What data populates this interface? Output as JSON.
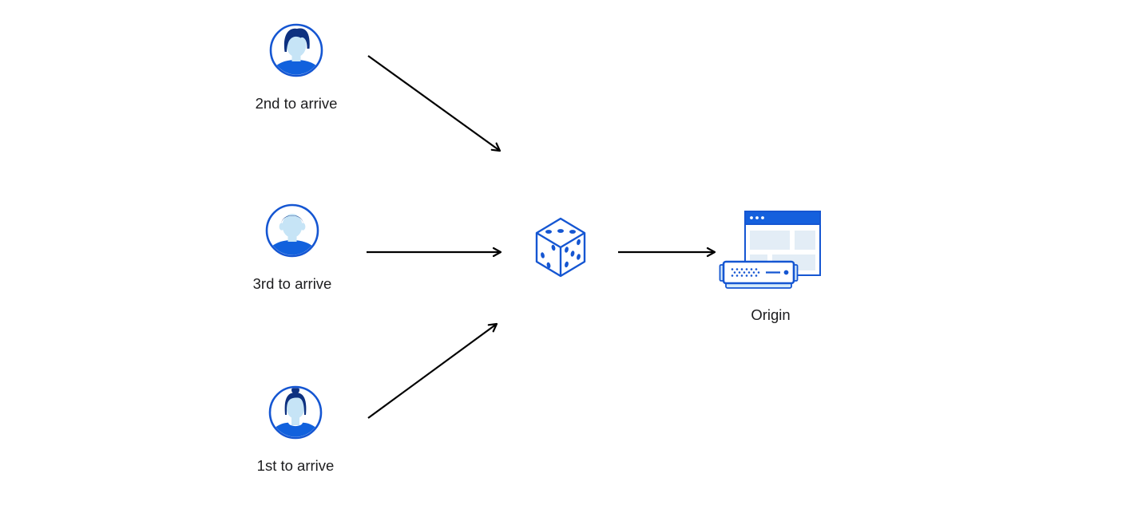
{
  "diagram": {
    "description": "Random traffic steering diagram: three visitors routed via random selection (dice) to an origin server",
    "nodes": {
      "visitor_second": {
        "label": "2nd to arrive",
        "icon": "avatar-man-swept-hair-icon"
      },
      "visitor_third": {
        "label": "3rd to arrive",
        "icon": "avatar-man-short-hair-icon"
      },
      "visitor_first": {
        "label": "1st to arrive",
        "icon": "avatar-woman-bun-icon"
      },
      "random_selector": {
        "icon": "dice-icon"
      },
      "origin": {
        "label": "Origin",
        "icon": "origin-server-browser-icon"
      }
    },
    "edges": [
      {
        "from": "visitor_second",
        "to": "random_selector"
      },
      {
        "from": "visitor_third",
        "to": "random_selector"
      },
      {
        "from": "visitor_first",
        "to": "random_selector"
      },
      {
        "from": "random_selector",
        "to": "origin"
      }
    ]
  },
  "colors": {
    "accent_blue": "#1556d2",
    "dark_navy": "#0e3180",
    "light_blue": "#c6e4f6",
    "shirt_blue": "#1161dd",
    "titlebar_blue": "#1560dd",
    "panel_blue": "#e3edf6",
    "server_light_blue": "#d6ebfa",
    "arrow_black": "#000000",
    "label_text": "#1d1d1f",
    "background": "#ffffff"
  }
}
